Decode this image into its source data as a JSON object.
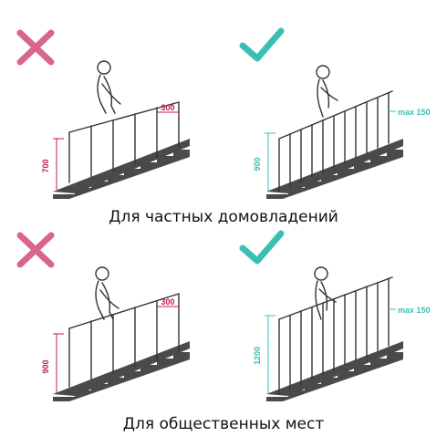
{
  "colors": {
    "bad": "#d9658a",
    "good": "#3bbfb5",
    "dimension": "#c2185b",
    "ink": "#333333"
  },
  "icons": {
    "bad": "cross-icon",
    "good": "check-icon"
  },
  "private": {
    "caption": "Для частных домовладений",
    "bad": {
      "height_label": "700",
      "gap_label": "300"
    },
    "good": {
      "height_label": "900",
      "gap_label": "max 150"
    }
  },
  "public": {
    "caption": "Для общественных мест",
    "bad": {
      "height_label": "900",
      "gap_label": "300"
    },
    "good": {
      "height_label": "1200",
      "gap_label": "max 150"
    }
  }
}
